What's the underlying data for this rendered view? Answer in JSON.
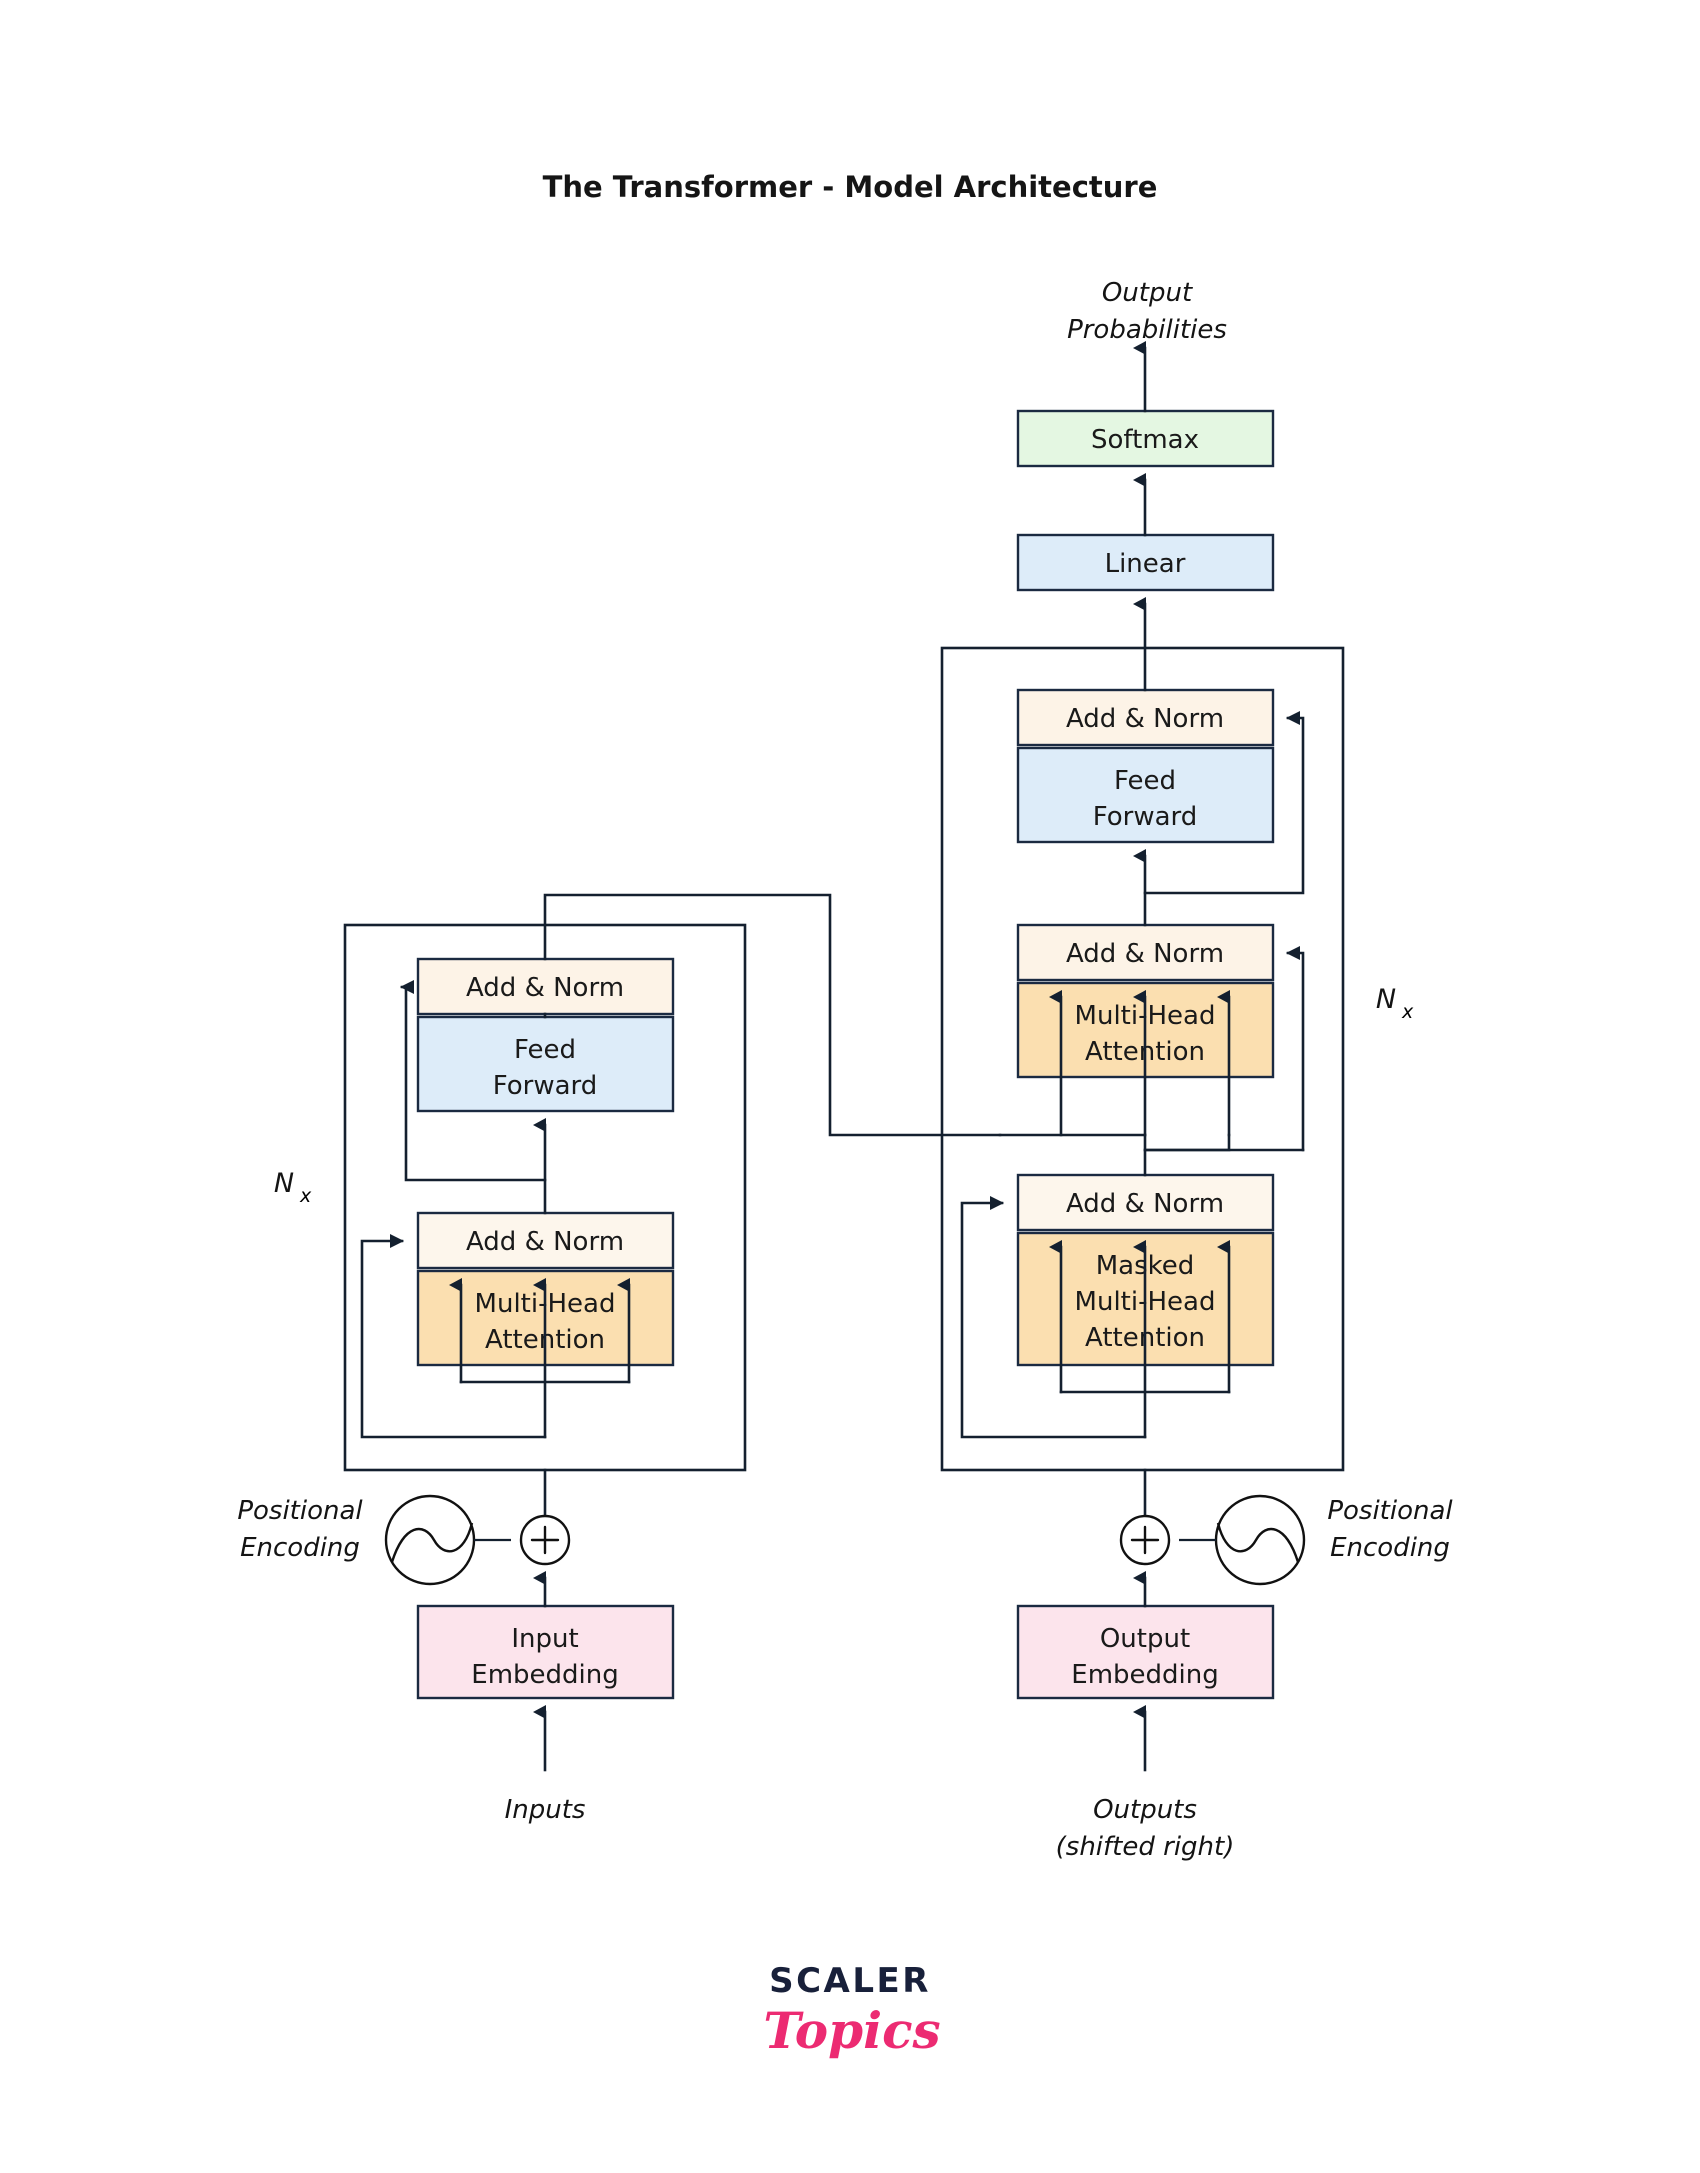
{
  "title": "The Transformer - Model Architecture",
  "encoder": {
    "nx_label": "N",
    "nx_sub": "x",
    "blocks": [
      {
        "name": "add-norm-2",
        "label": "Add & Norm",
        "color": "#fdf3e7"
      },
      {
        "name": "feed-forward",
        "label_line1": "Feed",
        "label_line2": "Forward",
        "color": "#ddecf9"
      },
      {
        "name": "add-norm-1",
        "label": "Add & Norm",
        "color": "#fdf6ec"
      },
      {
        "name": "multi-head-attention",
        "label_line1": "Multi-Head",
        "label_line2": "Attention",
        "color": "#fbdfb0"
      }
    ],
    "positional_encoding": {
      "line1": "Positional",
      "line2": "Encoding"
    },
    "embedding": {
      "line1": "Input",
      "line2": "Embedding",
      "color": "#fce4ec"
    },
    "input_label": "Inputs"
  },
  "decoder": {
    "nx_label": "N",
    "nx_sub": "x",
    "blocks": [
      {
        "name": "add-norm-3",
        "label": "Add & Norm",
        "color": "#fdf3e7"
      },
      {
        "name": "feed-forward",
        "label_line1": "Feed",
        "label_line2": "Forward",
        "color": "#ddecf9"
      },
      {
        "name": "add-norm-2",
        "label": "Add & Norm",
        "color": "#fdf3e7"
      },
      {
        "name": "multi-head-attention",
        "label_line1": "Multi-Head",
        "label_line2": "Attention",
        "color": "#fbdfb0"
      },
      {
        "name": "add-norm-1",
        "label": "Add & Norm",
        "color": "#fdf6ec"
      },
      {
        "name": "masked-multi-head-attention",
        "label_line1": "Masked",
        "label_line2": "Multi-Head",
        "label_line3": "Attention",
        "color": "#fbdfb0"
      }
    ],
    "positional_encoding": {
      "line1": "Positional",
      "line2": "Encoding"
    },
    "embedding": {
      "line1": "Output",
      "line2": "Embedding",
      "color": "#fce4ec"
    },
    "input_label_line1": "Outputs",
    "input_label_line2": "(shifted right)"
  },
  "head": {
    "linear": {
      "label": "Linear",
      "color": "#ddecf9"
    },
    "softmax": {
      "label": "Softmax",
      "color": "#e4f7e2"
    },
    "output_label_line1": "Output",
    "output_label_line2": "Probabilities"
  },
  "logo": {
    "primary": "SCALER",
    "secondary": "Topics",
    "primary_color": "#18203a",
    "secondary_color": "#ec2b72"
  },
  "colors": {
    "stroke": "#14202f",
    "add_norm": "#fdf3e7",
    "attention": "#fbdfb0",
    "feed_forward": "#ddecf9",
    "embedding": "#fce4ec",
    "softmax": "#e4f7e2",
    "linear": "#ddecf9"
  }
}
